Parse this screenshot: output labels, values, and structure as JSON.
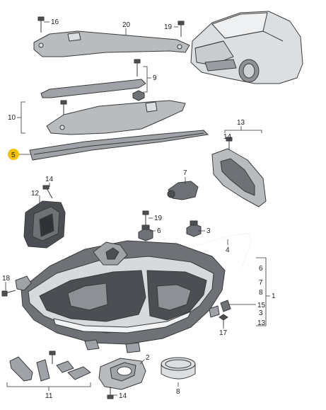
{
  "callouts": {
    "c16": "16",
    "c20": "20",
    "c19a": "19",
    "c9": "9",
    "c10": "10",
    "c5": "5",
    "c14a": "14",
    "c13": "13",
    "c7": "7",
    "c14b": "14",
    "c12": "12",
    "c19b": "19",
    "c6a": "6",
    "c3a": "3",
    "c4": "4",
    "c6b": "6",
    "c7b": "7",
    "c8b": "8",
    "c1": "1",
    "c15": "15",
    "c3b": "3",
    "c13b": "13",
    "c17": "17",
    "c18": "18",
    "c2": "2",
    "c11": "11",
    "c14c": "14",
    "c8": "8"
  },
  "highlight_color": "#f2c200"
}
